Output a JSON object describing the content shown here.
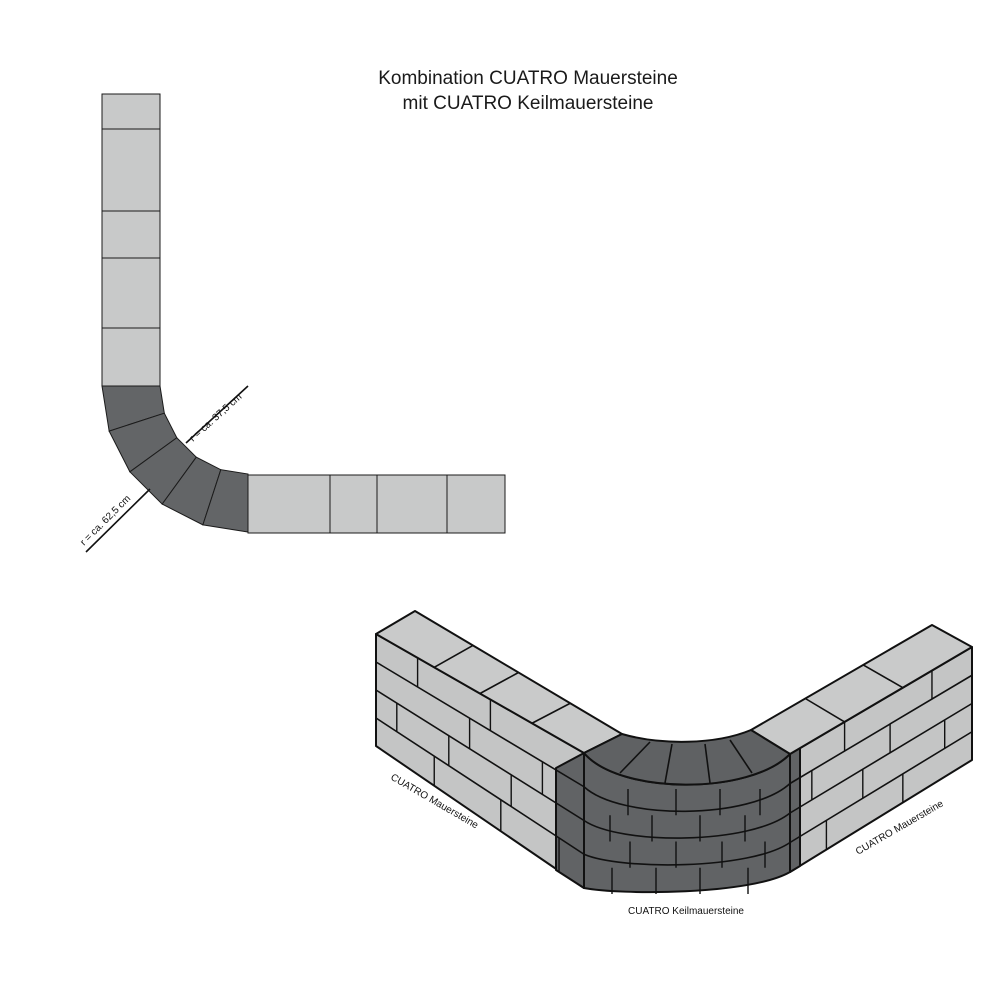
{
  "title": {
    "line1": "Kombination CUATRO Mauersteine",
    "line2": "mit CUATRO Keilmauersteine"
  },
  "plan": {
    "radius_inner": "r = ca. 37,5 cm",
    "radius_outer": "r = ca. 62,5 cm"
  },
  "wall": {
    "label_left": "CUATRO Mauersteine",
    "label_right": "CUATRO Mauersteine",
    "label_center": "CUATRO Keilmauersteine"
  },
  "colors": {
    "mauerstein": "#c8c9c9",
    "keilmauerstein": "#636567",
    "mauerstein_side": "#bfc0c0",
    "keilmauerstein_side": "#5d5f61",
    "outline": "#1b1b1b"
  }
}
